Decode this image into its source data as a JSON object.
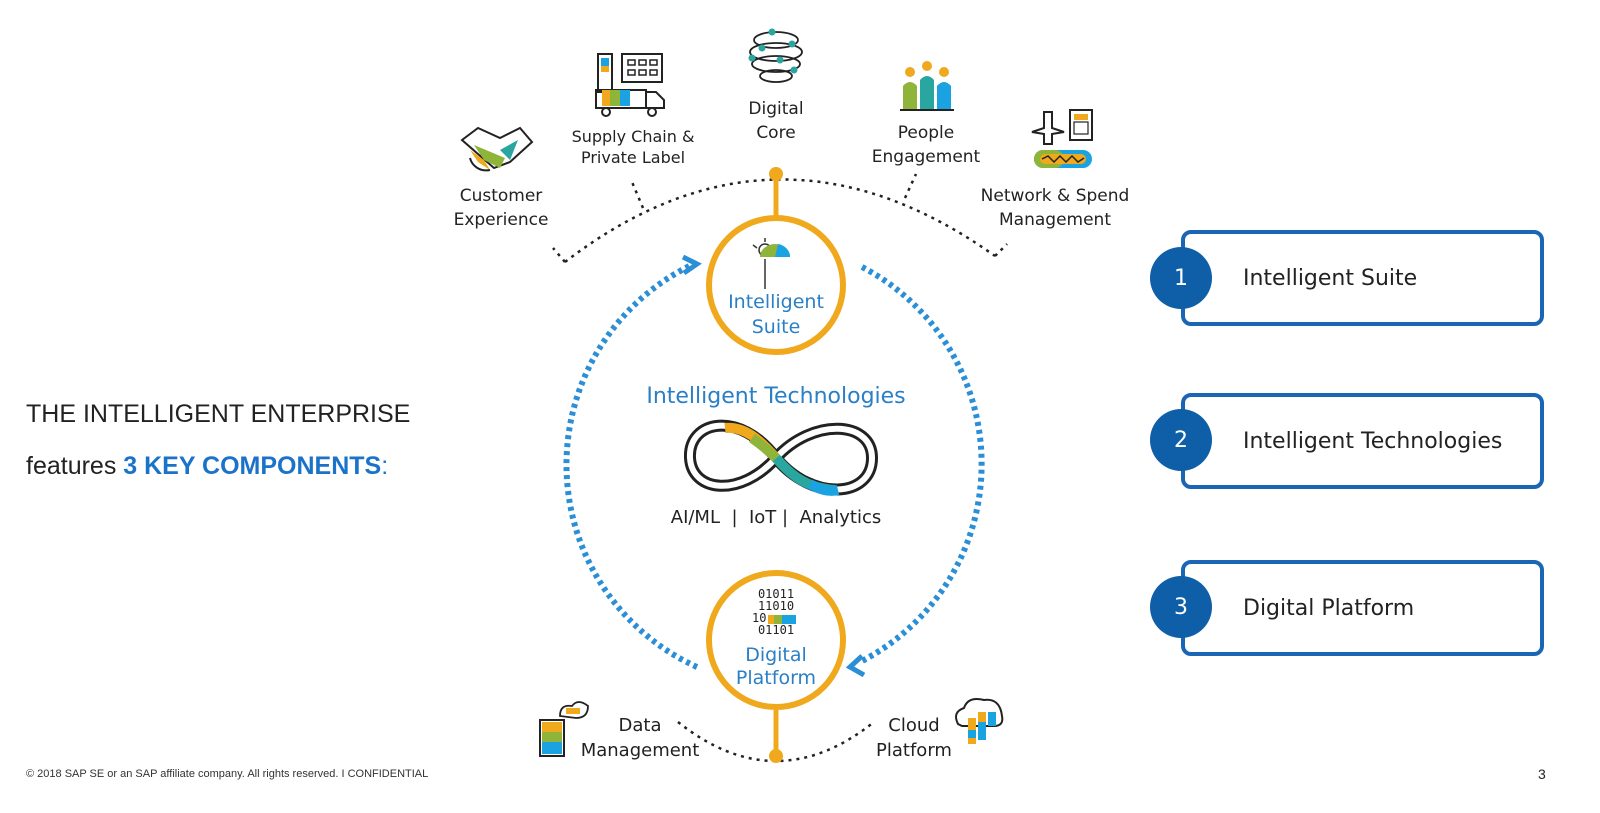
{
  "headline": {
    "line1": "THE INTELLIGENT ENTERPRISE",
    "line2_prefix": "features ",
    "line2_accent": "3 KEY COMPONENTS",
    "line2_suffix": ":"
  },
  "top_capabilities": [
    {
      "l1": "Customer",
      "l2": "Experience"
    },
    {
      "l1": "Supply Chain &",
      "l2": "Private Label"
    },
    {
      "l1": "Digital",
      "l2": "Core"
    },
    {
      "l1": "People",
      "l2": "Engagement"
    },
    {
      "l1": "Network & Spend",
      "l2": "Management"
    }
  ],
  "diagram": {
    "suite_l1": "Intelligent",
    "suite_l2": "Suite",
    "tech_title": "Intelligent Technologies",
    "tech_subtitle": "AI/ML  |  IoT |  Analytics",
    "platform_l1": "Digital",
    "platform_l2": "Platform",
    "binary": [
      "01011",
      "11010",
      "10",
      "01101"
    ]
  },
  "bottom_capabilities": [
    {
      "l1": "Data",
      "l2": "Management"
    },
    {
      "l1": "Cloud",
      "l2": "Platform"
    }
  ],
  "components": [
    {
      "num": "1",
      "label": "Intelligent Suite"
    },
    {
      "num": "2",
      "label": "Intelligent Technologies"
    },
    {
      "num": "3",
      "label": "Digital Platform"
    }
  ],
  "footer": "© 2018 SAP SE or an SAP affiliate company. All rights reserved.  I   CONFIDENTIAL",
  "page_number": "3",
  "colors": {
    "accent_blue": "#1a73c9",
    "badge_blue": "#0f5ea8",
    "card_border": "#1a66b5",
    "ring_gold": "#f0a81c",
    "dotted_blue": "#2a8fd6",
    "green": "#8fb43a",
    "teal": "#2aa6a0",
    "cyan": "#1aa3e0"
  }
}
